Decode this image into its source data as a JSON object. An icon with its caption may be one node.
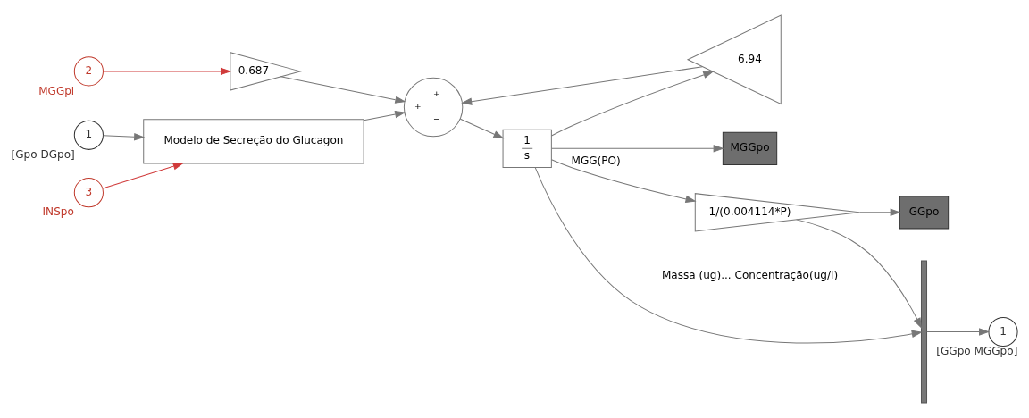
{
  "diagram": {
    "nodes": [
      {
        "text": [
          "2"
        ],
        "beside": [
          "MGGpl"
        ]
      },
      {
        "text": [
          "0.687"
        ]
      },
      {
        "text": [
          "1"
        ],
        "beside": [
          "[Gpo DGpo]"
        ]
      },
      {
        "text": [
          "3"
        ],
        "beside": [
          "INSpo"
        ]
      },
      {
        "text": [
          "Modelo de Secreção do Glucagon"
        ]
      },
      {
        "text": [
          "+",
          "+",
          "−"
        ]
      },
      {
        "text": [
          "1",
          "s"
        ]
      },
      {
        "text": [
          "6.94"
        ]
      },
      {
        "text": [
          "MGGpo"
        ]
      },
      {
        "text": [
          "1/(0.004114*P)"
        ],
        "beside": [
          "Massa (ug)... Concentração(ug/l)"
        ]
      },
      {
        "text": [
          "GGpo"
        ]
      },
      {
        "text": [],
        "shape": "bar"
      },
      {
        "text": [
          "1"
        ],
        "beside": [
          "[GGpo MGGpo]"
        ]
      }
    ],
    "edges": [
      {
        "from": 0,
        "to": 1,
        "arrow": "to",
        "color": "#d03a3a"
      },
      {
        "from": 1,
        "to": 5,
        "arrow": "to"
      },
      {
        "from": 2,
        "to": 4,
        "arrow": "to"
      },
      {
        "from": 3,
        "to": 4,
        "arrow": "to",
        "color": "#d03a3a"
      },
      {
        "from": 4,
        "to": 5,
        "arrow": "to"
      },
      {
        "from": 5,
        "to": 6,
        "arrow": "to"
      },
      {
        "from": 6,
        "to": 8,
        "arrow": "to"
      },
      {
        "from": 6,
        "to": 9,
        "arrow": "to",
        "label": "MGG(PO)"
      },
      {
        "from": 6,
        "to": 7,
        "arrow": "to"
      },
      {
        "from": 6,
        "to": 11,
        "arrow": "to"
      },
      {
        "from": 7,
        "to": 5,
        "arrow": "to"
      },
      {
        "from": 9,
        "to": 10,
        "arrow": "to"
      },
      {
        "from": 9,
        "to": 11,
        "arrow": "to"
      },
      {
        "from": 11,
        "to": 12,
        "arrow": "to"
      }
    ]
  }
}
